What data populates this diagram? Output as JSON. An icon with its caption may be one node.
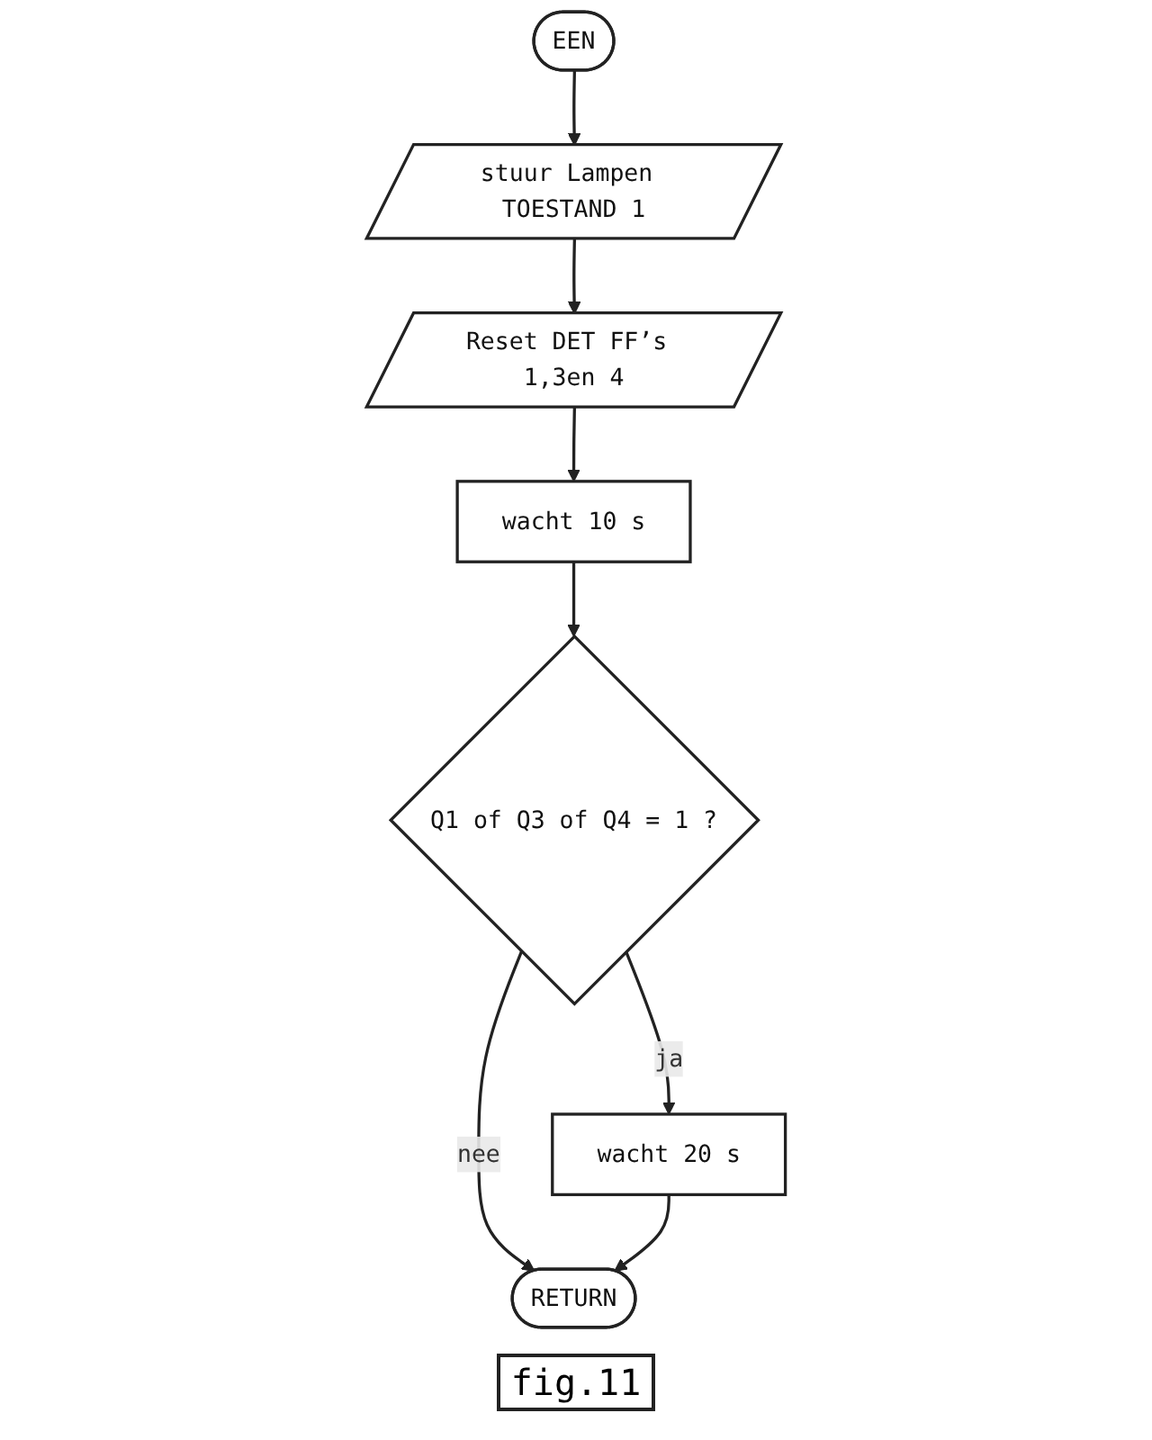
{
  "diagram": {
    "caption": "fig.11",
    "nodes": [
      {
        "text": [
          "EEN"
        ]
      },
      {
        "text": [
          "stuur Lampen TOESTAND 1"
        ]
      },
      {
        "text": [
          "Reset DET FF’s 1,3en 4"
        ]
      },
      {
        "text": [
          "wacht 10 s"
        ]
      },
      {
        "text": [
          "Q1 of Q3 of Q4 = 1 ?"
        ]
      },
      {
        "text": [
          "wacht 20 s"
        ]
      },
      {
        "text": [
          "RETURN"
        ]
      }
    ],
    "edges": [
      {
        "from": 0,
        "to": 1,
        "arrow": "to"
      },
      {
        "from": 1,
        "to": 2,
        "arrow": "to"
      },
      {
        "from": 2,
        "to": 3,
        "arrow": "to"
      },
      {
        "from": 3,
        "to": 4,
        "arrow": "to"
      },
      {
        "from": 4,
        "to": 5,
        "arrow": "to",
        "label": "ja"
      },
      {
        "from": 4,
        "to": 6,
        "arrow": "to",
        "label": "nee"
      },
      {
        "from": 5,
        "to": 6,
        "arrow": "to"
      }
    ]
  }
}
